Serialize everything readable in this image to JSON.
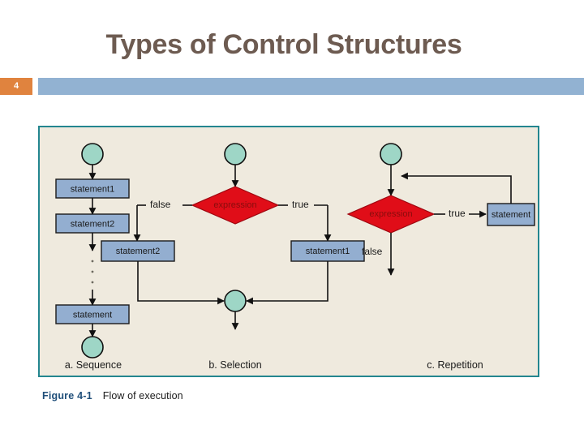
{
  "slide": {
    "title": "Types of Control Structures",
    "number": "4",
    "accent_orange": "#e0833e",
    "band_blue": "#92b2d2",
    "title_color": "#6d5b51"
  },
  "figure": {
    "frame_border_color": "#23868f",
    "frame_bg_color": "#efeade",
    "caption_label": "Figure 4-1",
    "caption_text": "Flow of execution",
    "panels": [
      {
        "id": "a",
        "label": "a.  Sequence"
      },
      {
        "id": "b",
        "label": "b.  Selection"
      },
      {
        "id": "c",
        "label": "c.  Repetition"
      }
    ],
    "node_colors": {
      "process_box": "#93aed0",
      "terminator_circle": "#9ed6c6",
      "decision_diamond": "#e00d18",
      "decision_text": "#8a0d0d",
      "connector_line": "#111111"
    },
    "sequence": {
      "boxes": [
        "statement1",
        "statement2",
        "statement"
      ],
      "ellipsis_dots": 3
    },
    "selection": {
      "decision": "expression",
      "false_label": "false",
      "true_label": "true",
      "false_branch_box": "statement2",
      "true_branch_box": "statement1"
    },
    "repetition": {
      "decision": "expression",
      "true_label": "true",
      "false_label": "false",
      "loop_body_box": "statement"
    }
  }
}
